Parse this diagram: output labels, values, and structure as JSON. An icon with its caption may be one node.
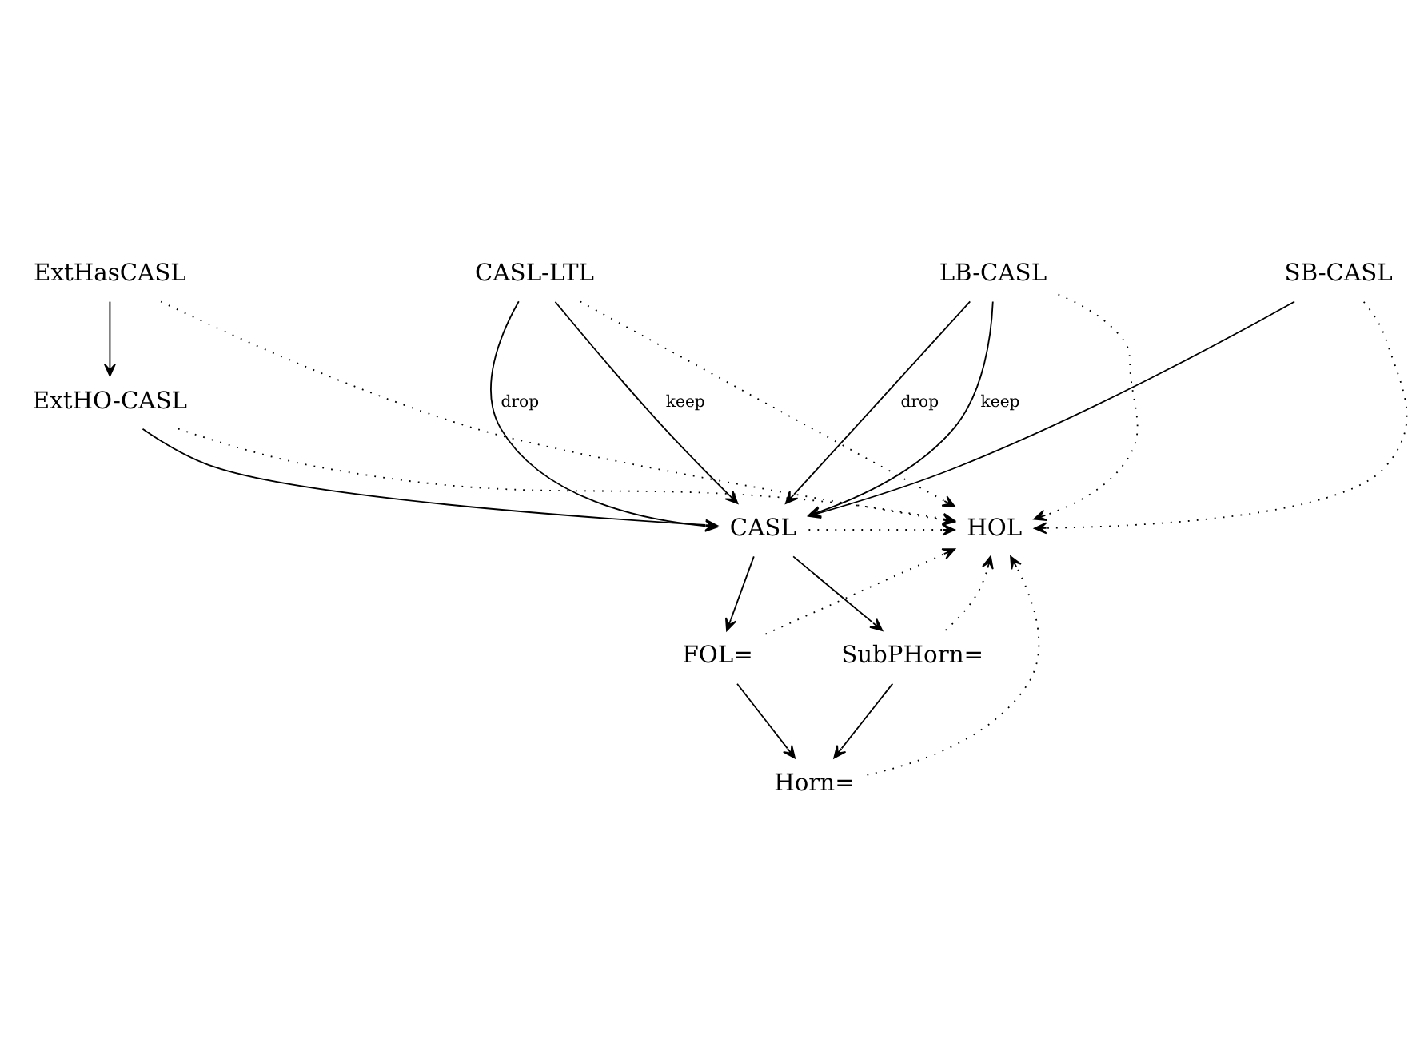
{
  "diagram": {
    "nodes": [
      {
        "text": [
          "ExtHasCASL"
        ]
      },
      {
        "text": [
          "CASL-LTL"
        ]
      },
      {
        "text": [
          "LB-CASL"
        ]
      },
      {
        "text": [
          "SB-CASL"
        ]
      },
      {
        "text": [
          "ExtHO-CASL"
        ]
      },
      {
        "text": [
          "CASL"
        ]
      },
      {
        "text": [
          "HOL"
        ]
      },
      {
        "text": [
          "FOL="
        ]
      },
      {
        "text": [
          "SubPHorn="
        ]
      },
      {
        "text": [
          "Horn="
        ]
      }
    ],
    "edges": [
      {
        "from": 0,
        "to": 4,
        "arrow": "to"
      },
      {
        "from": 4,
        "to": 5,
        "arrow": "to"
      },
      {
        "from": 1,
        "to": 5,
        "arrow": "to",
        "label": "drop"
      },
      {
        "from": 1,
        "to": 5,
        "arrow": "to",
        "label": "keep"
      },
      {
        "from": 2,
        "to": 5,
        "arrow": "to",
        "label": "drop"
      },
      {
        "from": 2,
        "to": 5,
        "arrow": "to",
        "label": "keep"
      },
      {
        "from": 3,
        "to": 5,
        "arrow": "to"
      },
      {
        "from": 5,
        "to": 7,
        "arrow": "to"
      },
      {
        "from": 5,
        "to": 8,
        "arrow": "to"
      },
      {
        "from": 7,
        "to": 9,
        "arrow": "to"
      },
      {
        "from": 8,
        "to": 9,
        "arrow": "to"
      },
      {
        "from": 0,
        "to": 6,
        "arrow": "to",
        "style": "dashed"
      },
      {
        "from": 1,
        "to": 6,
        "arrow": "to",
        "style": "dashed"
      },
      {
        "from": 2,
        "to": 6,
        "arrow": "to",
        "style": "dashed"
      },
      {
        "from": 3,
        "to": 6,
        "arrow": "to",
        "style": "dashed"
      },
      {
        "from": 4,
        "to": 6,
        "arrow": "to",
        "style": "dashed"
      },
      {
        "from": 5,
        "to": 6,
        "arrow": "to",
        "style": "dashed"
      },
      {
        "from": 8,
        "to": 6,
        "arrow": "to",
        "style": "dashed"
      },
      {
        "from": 9,
        "to": 6,
        "arrow": "to",
        "style": "dashed"
      },
      {
        "from": 7,
        "to": 6,
        "arrow": "to",
        "style": "dashed"
      }
    ]
  }
}
